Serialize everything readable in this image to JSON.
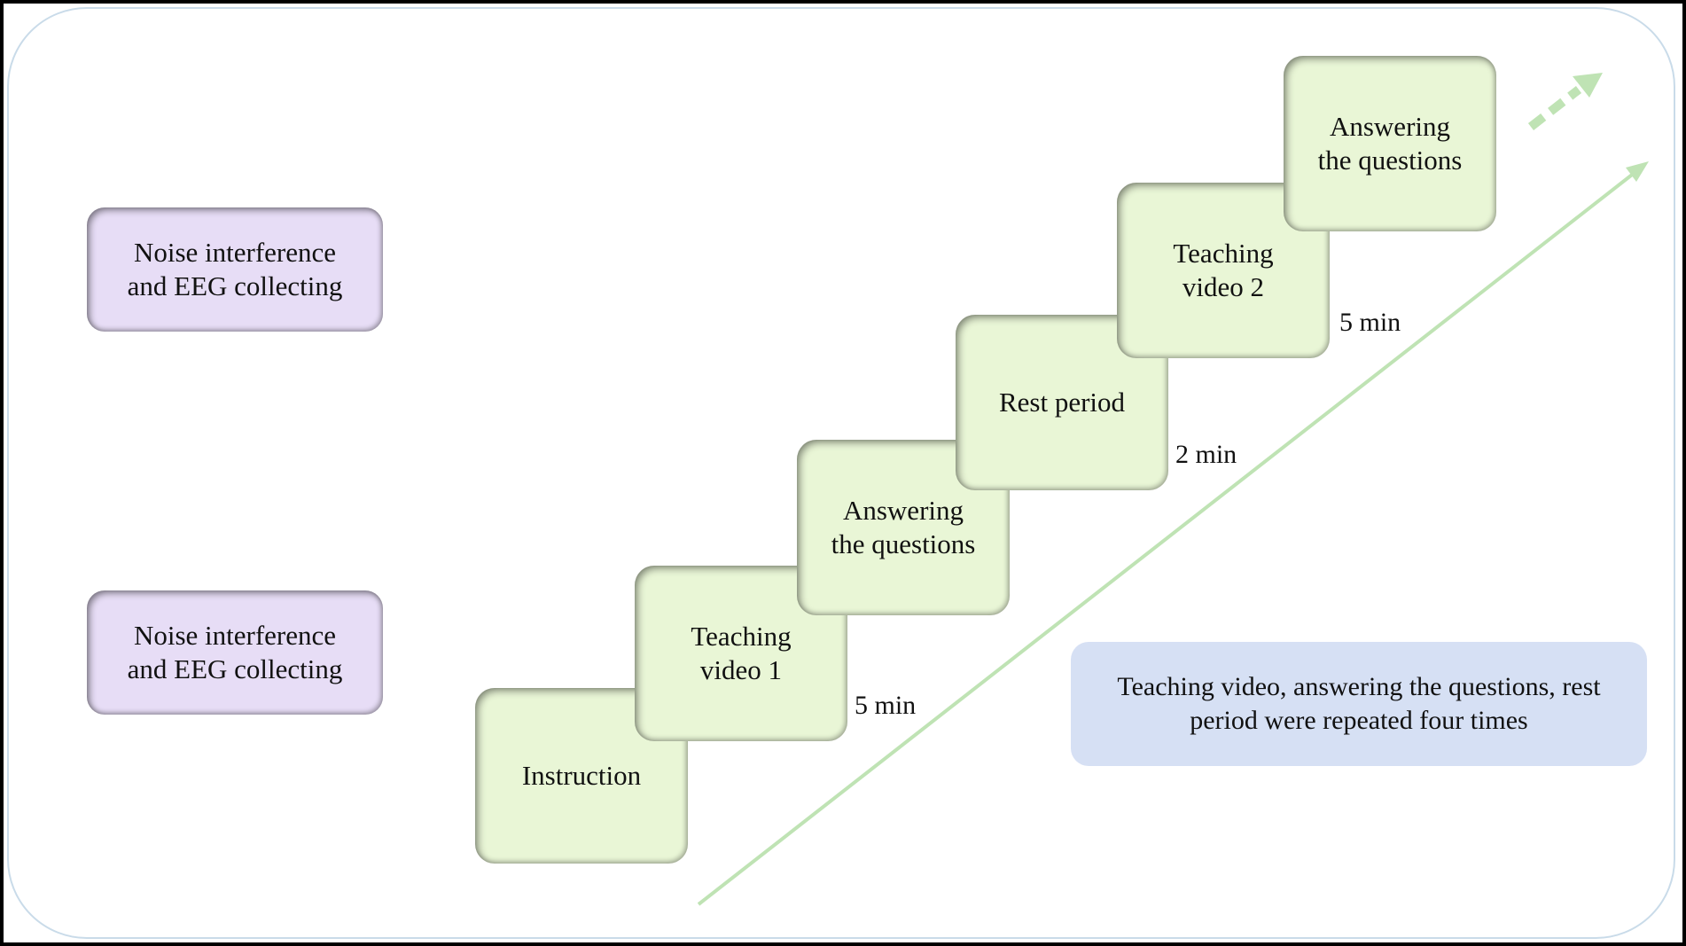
{
  "colors": {
    "step_fill": "#e9f6d6",
    "stage_fill": "#e7ddf6",
    "note_fill": "#d6e0f4",
    "arrow": "#bfe3b4",
    "panel_border": "#c9dbe9"
  },
  "stages": [
    {
      "label": "Noise interference\nand EEG collecting"
    },
    {
      "label": "Noise interference\nand EEG collecting"
    }
  ],
  "steps": [
    {
      "label": "Instruction"
    },
    {
      "label": "Teaching\nvideo 1"
    },
    {
      "label": "Answering\nthe questions"
    },
    {
      "label": "Rest period"
    },
    {
      "label": "Teaching\nvideo 2"
    },
    {
      "label": "Answering\nthe questions"
    }
  ],
  "durations": [
    {
      "label": "5 min"
    },
    {
      "label": "2 min"
    },
    {
      "label": "5 min"
    }
  ],
  "note": {
    "text": "Teaching video, answering the questions, rest\nperiod were repeated four times"
  }
}
